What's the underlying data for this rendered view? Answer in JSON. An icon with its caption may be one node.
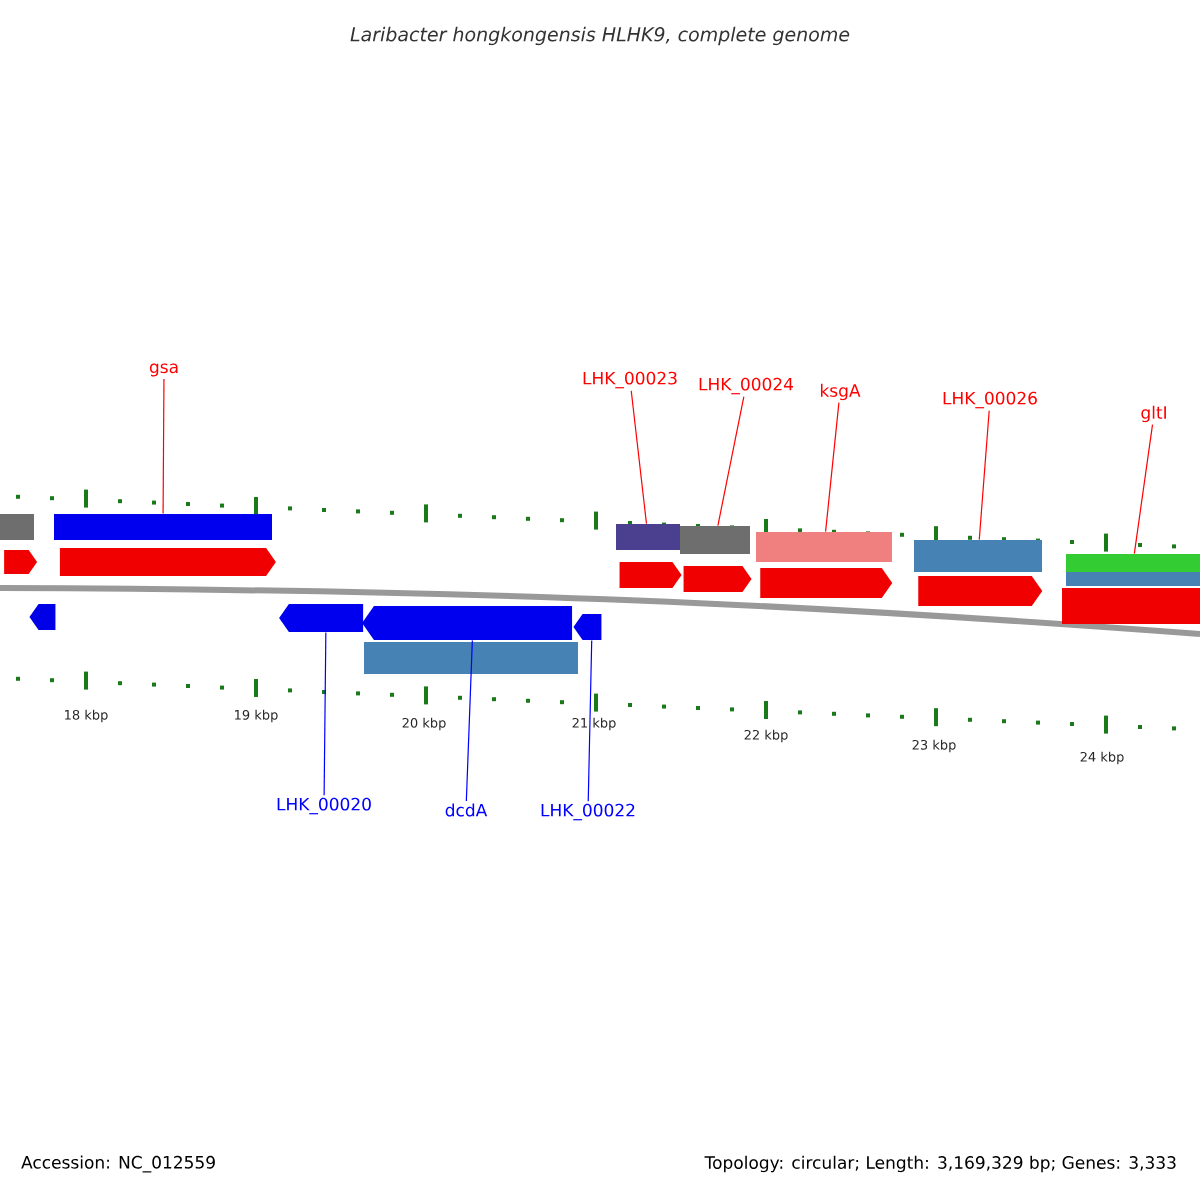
{
  "diagram": {
    "title": "Laribacter hongkongensis HLHK9, complete genome",
    "nodes": [
      {
        "text": [
          "gsa"
        ]
      },
      {
        "text": [
          "LHK_00023"
        ]
      },
      {
        "text": [
          "LHK_00024"
        ]
      },
      {
        "text": [
          "ksgA"
        ]
      },
      {
        "text": [
          "LHK_00026"
        ]
      },
      {
        "text": [
          "gltI"
        ]
      },
      {
        "text": [
          "LHK_00020"
        ]
      },
      {
        "text": [
          "dcdA"
        ]
      },
      {
        "text": [
          "LHK_00022"
        ]
      },
      {
        "text": [],
        "shape": "bar"
      },
      {
        "text": [],
        "shape": "bar"
      },
      {
        "text": [],
        "shape": "bar"
      },
      {
        "text": [],
        "shape": "bar"
      },
      {
        "text": [],
        "shape": "bar"
      },
      {
        "text": [],
        "shape": "bar"
      },
      {
        "text": [],
        "shape": "arrow"
      },
      {
        "text": [],
        "shape": "arrow"
      },
      {
        "text": [],
        "shape": "arrow"
      },
      {
        "text": [],
        "shape": "bar"
      },
      {
        "text": [],
        "shape": "arrow"
      },
      {
        "text": [],
        "shape": "arrow"
      },
      {
        "text": [],
        "shape": "arrow"
      },
      {
        "text": [],
        "shape": "arrow"
      },
      {
        "text": [],
        "shape": "arrow"
      },
      {
        "text": [],
        "shape": "arrow"
      },
      {
        "text": [],
        "shape": "bar"
      },
      {
        "text": [],
        "shape": "bar"
      },
      {
        "text": [],
        "shape": "arrow"
      },
      {
        "text": [],
        "shape": "bar"
      }
    ],
    "edges": [
      {
        "from": 0,
        "to": 9,
        "arrow": "none"
      },
      {
        "from": 1,
        "to": 10,
        "arrow": "none"
      },
      {
        "from": 2,
        "to": 11,
        "arrow": "none"
      },
      {
        "from": 3,
        "to": 12,
        "arrow": "none"
      },
      {
        "from": 4,
        "to": 13,
        "arrow": "none"
      },
      {
        "from": 5,
        "to": 14,
        "arrow": "none"
      },
      {
        "from": 6,
        "to": 15,
        "arrow": "none",
        "color": "#0000ff"
      },
      {
        "from": 7,
        "to": 16,
        "arrow": "none",
        "color": "#0000ff"
      },
      {
        "from": 8,
        "to": 17,
        "arrow": "none",
        "color": "#0000ff"
      }
    ],
    "labels": [
      "18 kbp",
      "19 kbp",
      "20 kbp",
      "21 kbp",
      "22 kbp",
      "23 kbp",
      "24 kbp",
      "Accession: NC_012559",
      "Topology: circular; Length: 3,169,329 bp; Genes: 3,333"
    ]
  }
}
